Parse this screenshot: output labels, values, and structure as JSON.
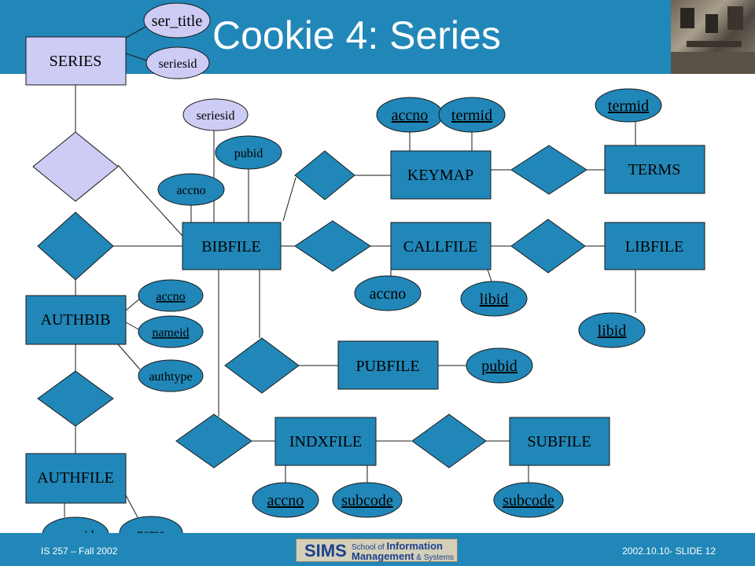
{
  "slide": {
    "title": "Cookie 4: Series",
    "footer_left": "IS 257 – Fall 2002",
    "footer_right": "2002.10.10- SLIDE 12"
  },
  "logo": {
    "sims": "SIMS",
    "line1_small": "School of",
    "line1_big": "Information",
    "line2_big": "Management",
    "line2_small": "& Systems"
  },
  "entities": {
    "series": "SERIES",
    "bibfile": "BIBFILE",
    "keymap": "KEYMAP",
    "terms": "TERMS",
    "callfile": "CALLFILE",
    "libfile": "LIBFILE",
    "authbib": "AUTHBIB",
    "pubfile": "PUBFILE",
    "indxfile": "INDXFILE",
    "subfile": "SUBFILE",
    "authfile": "AUTHFILE"
  },
  "attributes": {
    "series_ser_title": "ser_title",
    "series_seriesid": "seriesid",
    "bib_seriesid": "seriesid",
    "bib_pubid": "pubid",
    "bib_accno": "accno",
    "keymap_accno": "accno",
    "keymap_termid": "termid",
    "terms_termid": "termid",
    "callfile_accno": "accno",
    "callfile_libid": "libid",
    "libfile_libid": "libid",
    "authbib_accno": "accno",
    "authbib_nameid": "nameid",
    "authbib_authtype": "authtype",
    "pubfile_pubid": "pubid",
    "indx_accno": "accno",
    "indx_subcode": "subcode",
    "subfile_subcode": "subcode",
    "authfile_nameid": "nameid",
    "authfile_name": "name"
  }
}
